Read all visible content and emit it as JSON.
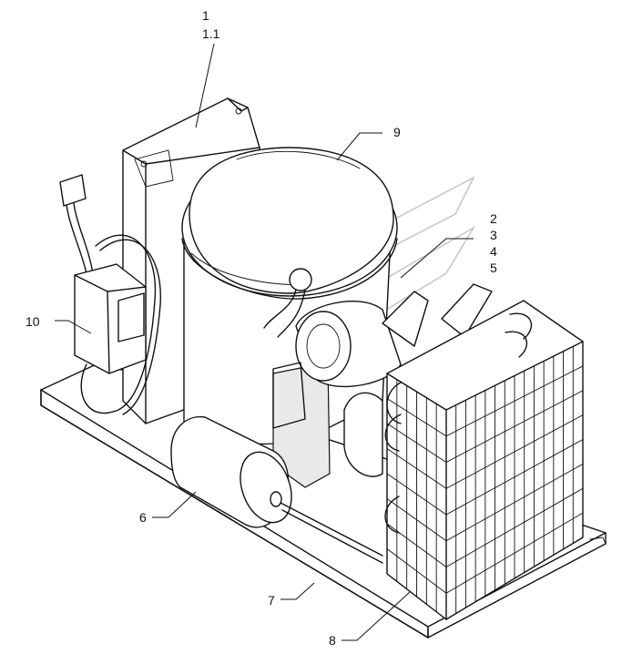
{
  "callouts": {
    "c1": "1",
    "c1_1": "1.1",
    "c2": "2",
    "c3": "3",
    "c4": "4",
    "c5": "5",
    "c6": "6",
    "c7": "7",
    "c8": "8",
    "c9": "9",
    "c10": "10"
  },
  "colors": {
    "line": "#111111",
    "background": "#ffffff",
    "watermark": "#c8c8c8"
  }
}
